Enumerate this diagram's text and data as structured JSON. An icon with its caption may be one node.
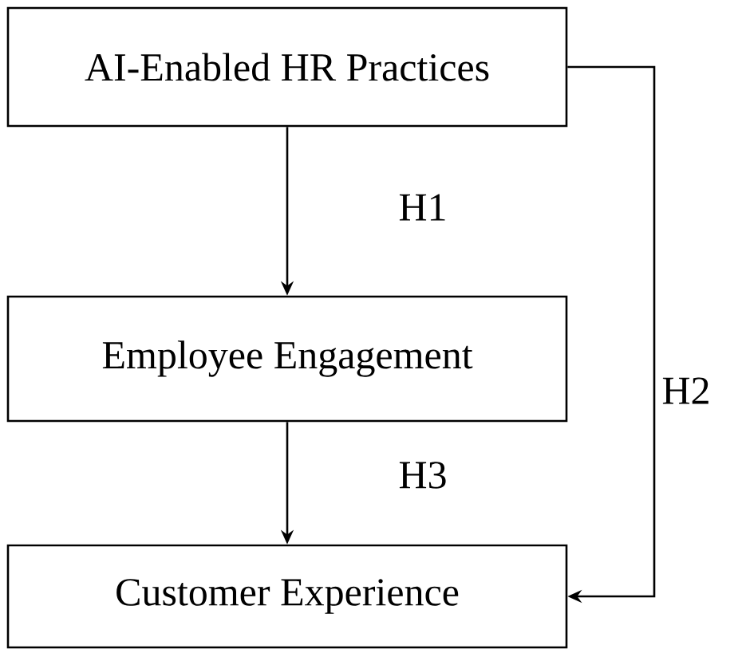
{
  "diagram": {
    "nodes": [
      {
        "text": [
          "AI-Enabled HR Practices"
        ]
      },
      {
        "text": [
          "Employee Engagement"
        ]
      },
      {
        "text": [
          "Customer Experience"
        ]
      }
    ],
    "edges": [
      {
        "from": 0,
        "to": 1,
        "arrow": "to",
        "label": "H1"
      },
      {
        "from": 1,
        "to": 2,
        "arrow": "to",
        "label": "H3"
      },
      {
        "from": 0,
        "to": 2,
        "arrow": "to",
        "label": "H2"
      }
    ]
  }
}
